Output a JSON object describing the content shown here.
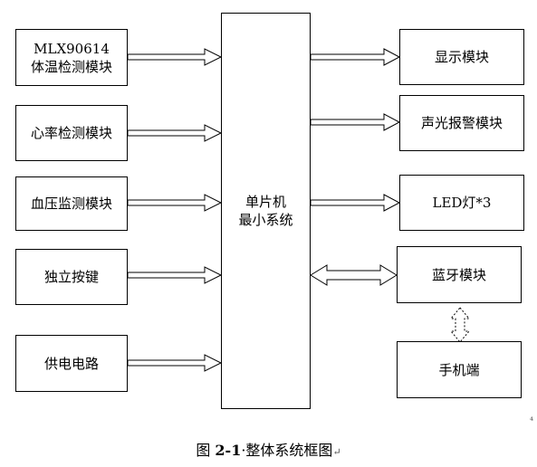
{
  "left_modules": [
    {
      "lines": [
        "MLX90614",
        "体温检测模块"
      ]
    },
    {
      "lines": [
        "心率检测模块"
      ]
    },
    {
      "lines": [
        "血压监测模块"
      ]
    },
    {
      "lines": [
        "独立按键"
      ]
    },
    {
      "lines": [
        "供电电路"
      ]
    }
  ],
  "center": {
    "lines": [
      "单片机",
      "最小系统"
    ]
  },
  "right_modules": [
    {
      "lines": [
        "显示模块"
      ]
    },
    {
      "lines": [
        "声光报警模块"
      ]
    },
    {
      "lines": [
        "LED灯*3"
      ]
    },
    {
      "lines": [
        "蓝牙模块"
      ]
    },
    {
      "lines": [
        "手机端"
      ]
    }
  ],
  "caption": {
    "prefix": "图 ",
    "number": "2-1",
    "dot": "·",
    "text": "整体系统框图",
    "return_mark": "↵"
  },
  "side_mark": "⁴"
}
